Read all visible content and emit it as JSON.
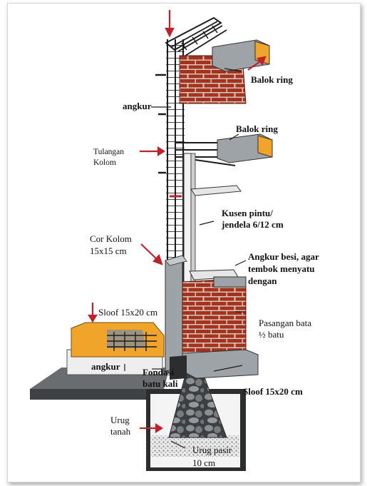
{
  "labels": {
    "balok_ring_top": "Balok ring",
    "balok_ring_mid": "Balok ring",
    "angkur_left": "angkur",
    "tulangan_kolom_1": "Tulangan",
    "tulangan_kolom_2": "Kolom",
    "kusen_1": "Kusen pintu/",
    "kusen_2": "jendela 6/12 cm",
    "cor_kolom_1": "Cor Kolom",
    "cor_kolom_2": "15x15 cm",
    "angkur_besi_1": "Angkur besi, agar",
    "angkur_besi_2": "tembok menyatu",
    "angkur_besi_3": "dengan",
    "sloof_left": "Sloof 15x20 cm",
    "pasangan_bata_1": "Pasangan bata",
    "pasangan_bata_2": "½ batu",
    "angkur_bottom": "angkur",
    "fondasi_1": "Fondasi",
    "fondasi_2": "batu kali",
    "sloof_right": "Sloof  15x20 cm",
    "urug_tanah_1": "Urug",
    "urug_tanah_2": "tanah",
    "urug_pasir_1": "Urug pasir",
    "urug_pasir_2": "10 cm"
  },
  "colors": {
    "brick": "#a3321f",
    "mortar": "#d9c6b8",
    "concrete": "#9ea3a8",
    "orange_cap": "#f0a52a",
    "rebar": "#1c1c1c",
    "arrow": "#c0212b",
    "stone": "#7f848a",
    "sand": "#e3e3e3"
  }
}
